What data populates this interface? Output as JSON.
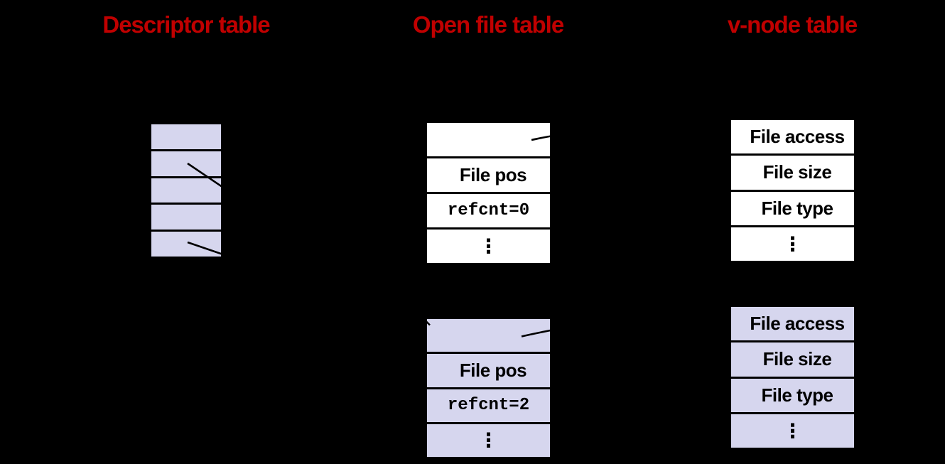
{
  "headings": {
    "descriptor": "Descriptor table",
    "open_file": "Open file table",
    "vnode": "v-node table"
  },
  "descriptor_table": {
    "rows": [
      "",
      "",
      "",
      "",
      ""
    ]
  },
  "open_file_table_a": {
    "rows": [
      "",
      "File pos",
      "refcnt=0",
      "⋮"
    ]
  },
  "open_file_table_b": {
    "rows": [
      "",
      "File pos",
      "refcnt=2",
      "⋮"
    ]
  },
  "vnode_table_a": {
    "rows": [
      "File access",
      "File size",
      "File type",
      "⋮"
    ]
  },
  "vnode_table_b": {
    "rows": [
      "File access",
      "File size",
      "File type",
      "⋮"
    ]
  },
  "colors": {
    "background": "#000000",
    "heading_red": "#c00000",
    "cell_lavender": "#d6d6ee",
    "cell_white": "#ffffff",
    "line_black": "#000000",
    "text_black": "#000000"
  }
}
